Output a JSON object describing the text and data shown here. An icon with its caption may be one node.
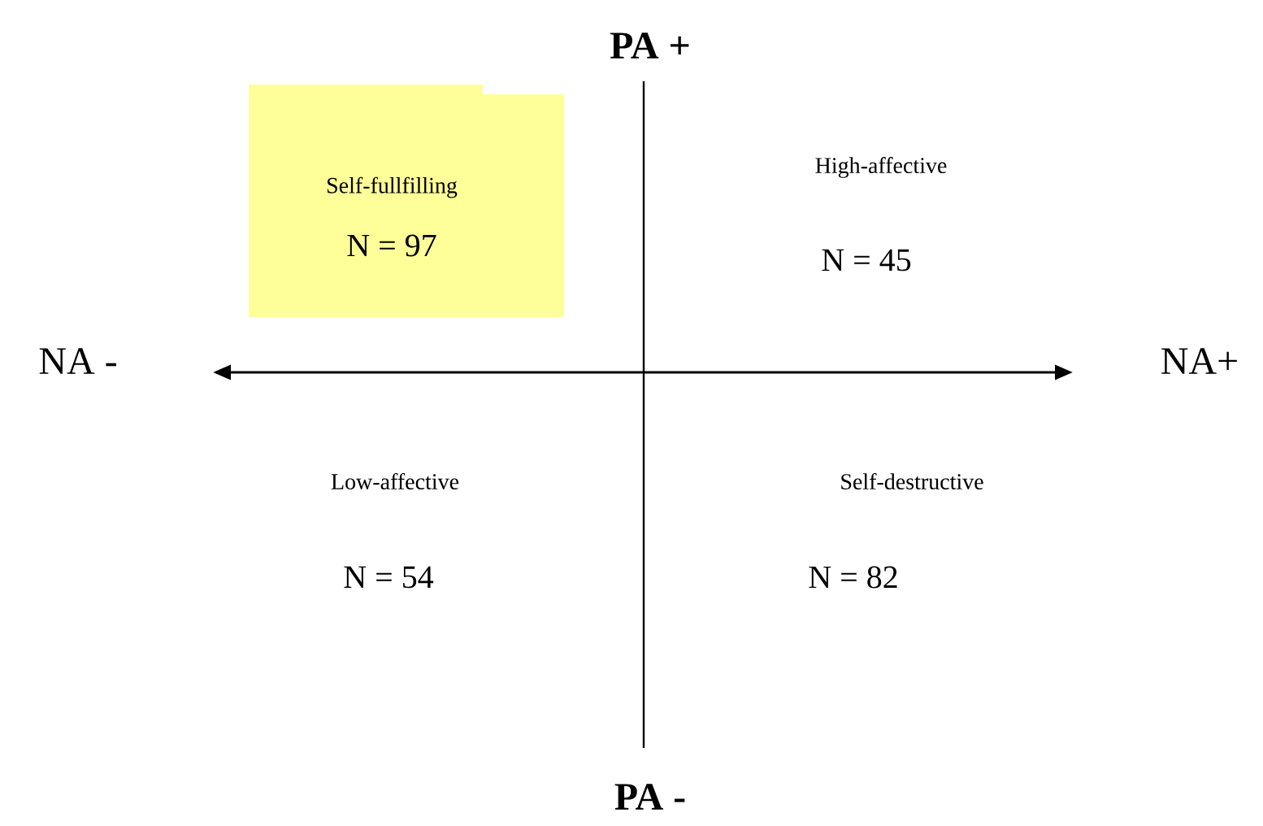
{
  "diagram": {
    "nodes": [
      {
        "text": [
          "Self-fullfilling",
          "N = 97"
        ]
      }
    ],
    "labels": [
      "PA +",
      "High-affective",
      "N = 45",
      "NA -",
      "NA+",
      "Low-affective",
      "Self-destructive",
      "N = 54",
      "N = 82",
      "PA -"
    ]
  }
}
